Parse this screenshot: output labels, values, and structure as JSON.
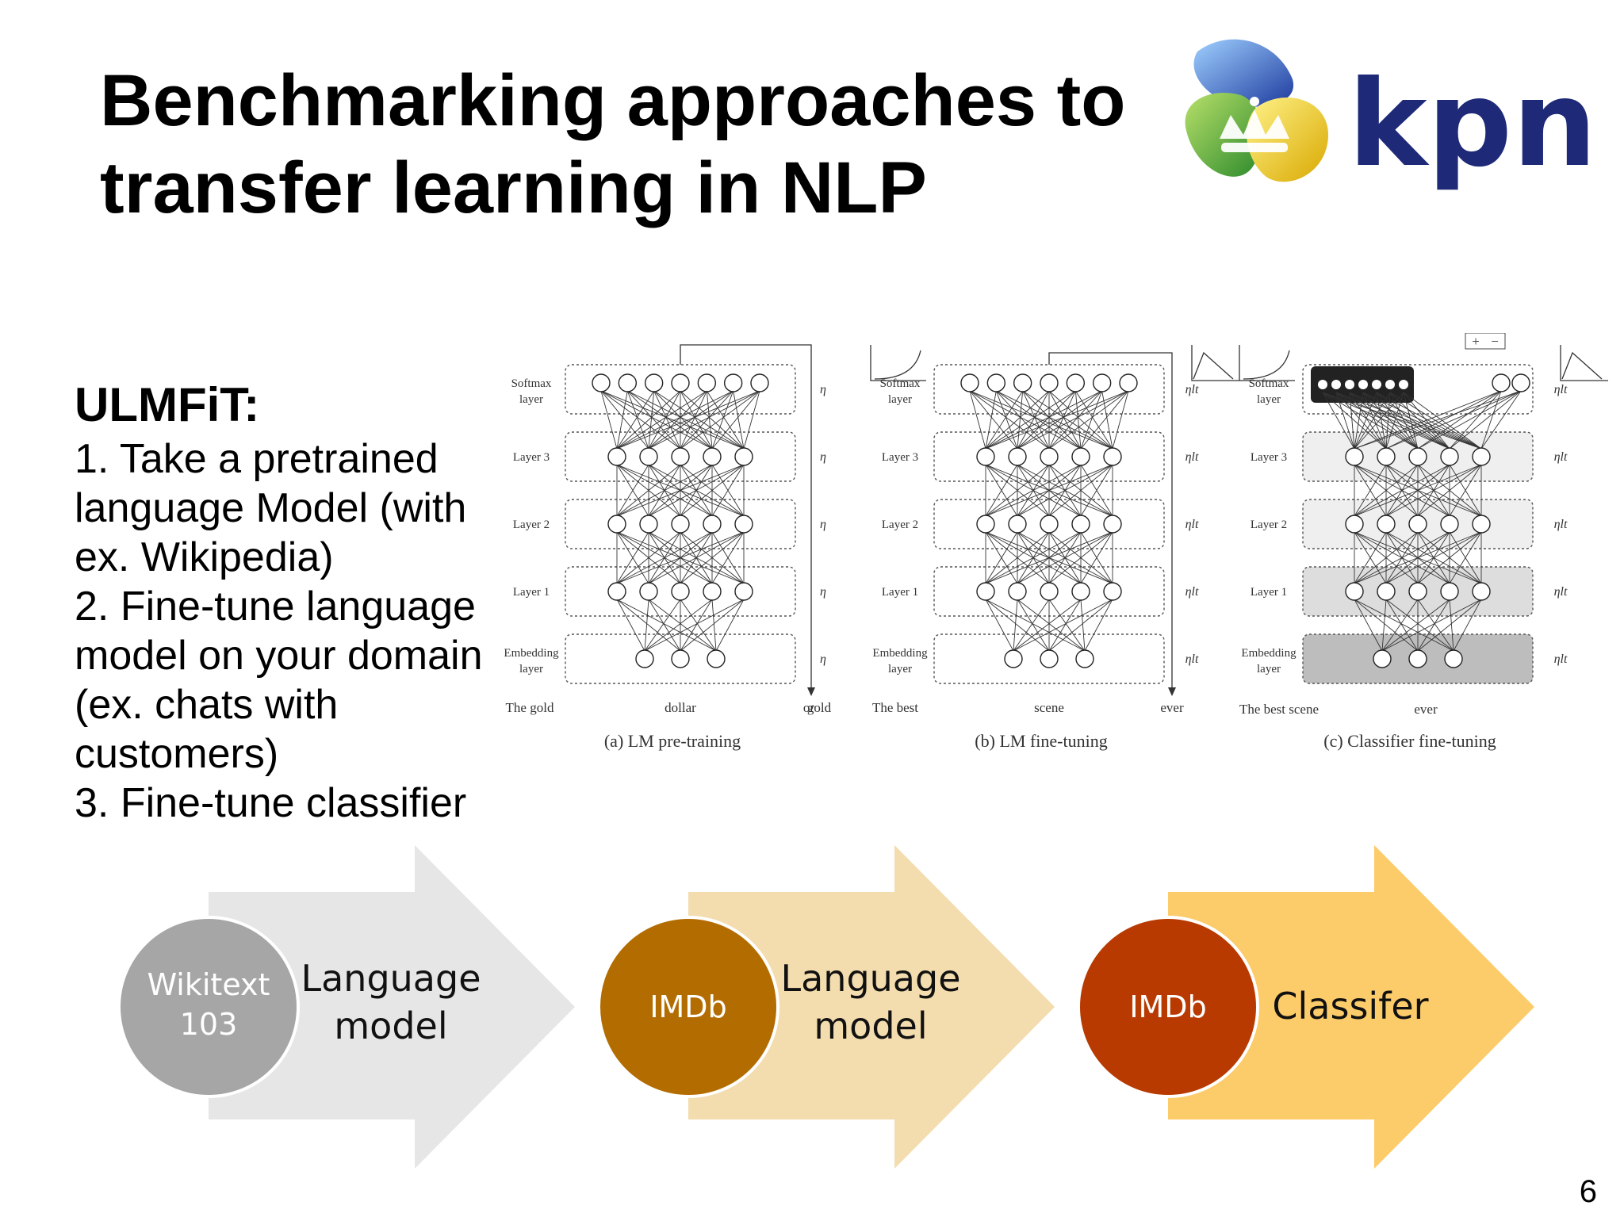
{
  "slide": {
    "title_line1": "Benchmarking approaches to",
    "title_line2": "transfer learning in NLP",
    "page_number": "6"
  },
  "logo": {
    "text": "kpn",
    "brand_color": "#1e2a78",
    "icon": "crown-icon"
  },
  "left_text": {
    "heading": "ULMFiT:",
    "steps": [
      "1. Take a pretrained language Model (with ex. Wikipedia)",
      "2. Fine-tune language model on your domain (ex. chats with customers)",
      "3. Fine-tune classifier"
    ]
  },
  "figure": {
    "panels": [
      {
        "caption": "(a) LM pre-training",
        "layers": [
          "Softmax layer",
          "Layer 3",
          "Layer 2",
          "Layer 1",
          "Embedding layer"
        ],
        "lr_labels": [
          "η",
          "η",
          "η",
          "η",
          "η"
        ],
        "words": [
          "The gold",
          "dollar",
          "or"
        ]
      },
      {
        "caption": "(b) LM fine-tuning",
        "layers": [
          "Softmax layer",
          "Layer 3",
          "Layer 2",
          "Layer 1",
          "Embedding layer"
        ],
        "lr_labels": [
          "ηlt",
          "ηlt",
          "ηlt",
          "ηlt",
          "ηlt"
        ],
        "words": [
          "gold",
          "The best",
          "scene",
          "ever"
        ]
      },
      {
        "caption": "(c) Classifier fine-tuning",
        "layers": [
          "Softmax layer",
          "Layer 3",
          "Layer 2",
          "Layer 1",
          "Embedding layer"
        ],
        "lr_labels": [
          "ηlt",
          "ηlt",
          "ηlt",
          "ηlt",
          "ηlt"
        ],
        "words": [
          "The best scene",
          "ever"
        ],
        "pool_symbols": [
          "+",
          "−"
        ]
      }
    ]
  },
  "flow": {
    "stages": [
      {
        "circle_text_1": "Wikitext",
        "circle_text_2": "103",
        "arrow_text_1": "Language",
        "arrow_text_2": "model",
        "circle_color": "#a6a6a6",
        "arrow_color": "#e6e6e6"
      },
      {
        "circle_text_1": "IMDb",
        "circle_text_2": "",
        "arrow_text_1": "Language",
        "arrow_text_2": "model",
        "circle_color": "#b36c00",
        "arrow_color": "#f3dcae"
      },
      {
        "circle_text_1": "IMDb",
        "circle_text_2": "",
        "arrow_text_1": "Classifer",
        "arrow_text_2": "",
        "circle_color": "#b83a00",
        "arrow_color": "#fccb6a"
      }
    ]
  }
}
